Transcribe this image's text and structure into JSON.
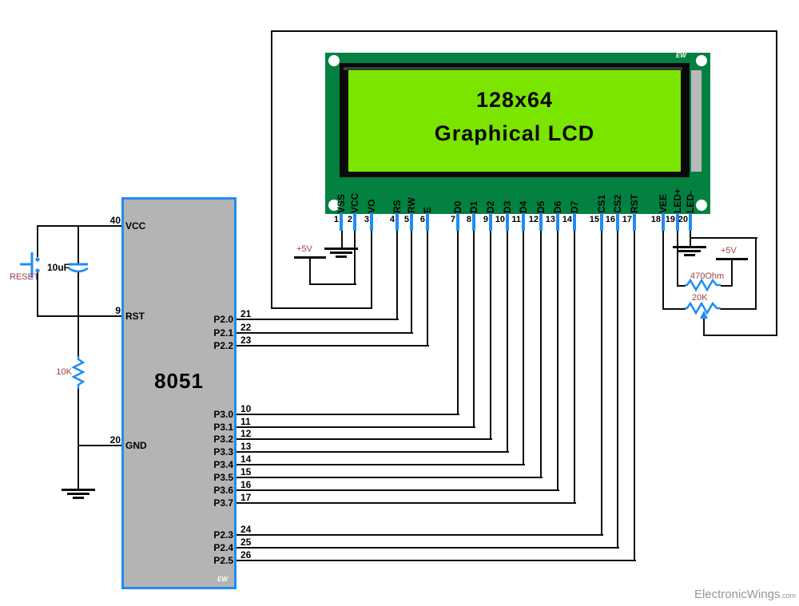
{
  "lcd": {
    "screen_lines": [
      "128x64",
      "Graphical LCD"
    ],
    "watermark": "EW",
    "pins": [
      {
        "num": "1",
        "name": "VSS"
      },
      {
        "num": "2",
        "name": "VCC"
      },
      {
        "num": "3",
        "name": "VO"
      },
      {
        "num": "4",
        "name": "RS"
      },
      {
        "num": "5",
        "name": "RW"
      },
      {
        "num": "6",
        "name": "E"
      },
      {
        "num": "7",
        "name": "D0"
      },
      {
        "num": "8",
        "name": "D1"
      },
      {
        "num": "9",
        "name": "D2"
      },
      {
        "num": "10",
        "name": "D3"
      },
      {
        "num": "11",
        "name": "D4"
      },
      {
        "num": "12",
        "name": "D5"
      },
      {
        "num": "13",
        "name": "D6"
      },
      {
        "num": "14",
        "name": "D7"
      },
      {
        "num": "15",
        "name": "CS1"
      },
      {
        "num": "16",
        "name": "CS2"
      },
      {
        "num": "17",
        "name": "RST"
      },
      {
        "num": "18",
        "name": "VEE"
      },
      {
        "num": "19",
        "name": "LED+"
      },
      {
        "num": "20",
        "name": "LED-"
      }
    ]
  },
  "mcu": {
    "label": "8051",
    "watermark": "EW",
    "left_pins": [
      {
        "num": "40",
        "name": "VCC"
      },
      {
        "num": "9",
        "name": "RST"
      },
      {
        "num": "20",
        "name": "GND"
      }
    ],
    "right_pins": [
      {
        "name": "P2.0",
        "num": "21"
      },
      {
        "name": "P2.1",
        "num": "22"
      },
      {
        "name": "P2.2",
        "num": "23"
      },
      {
        "name": "P3.0",
        "num": "10"
      },
      {
        "name": "P3.1",
        "num": "11"
      },
      {
        "name": "P3.2",
        "num": "12"
      },
      {
        "name": "P3.3",
        "num": "13"
      },
      {
        "name": "P3.4",
        "num": "14"
      },
      {
        "name": "P3.5",
        "num": "15"
      },
      {
        "name": "P3.6",
        "num": "16"
      },
      {
        "name": "P3.7",
        "num": "17"
      },
      {
        "name": "P2.3",
        "num": "24"
      },
      {
        "name": "P2.4",
        "num": "25"
      },
      {
        "name": "P2.5",
        "num": "26"
      }
    ]
  },
  "components": {
    "reset_label": "RESET",
    "capacitor_label": "10uF",
    "pullup_resistor_label": "10K",
    "supply_left_label": "+5V",
    "supply_right_label": "+5V",
    "backlight_resistor_label": "470Ohm",
    "contrast_pot_label": "20K"
  },
  "brand": {
    "name": "ElectronicWings",
    "suffix": ".com"
  },
  "colors": {
    "pcb_green": "#028140",
    "screen_green": "#7ce500",
    "component_blue": "#1E8CF5",
    "label_red": "#A04040",
    "chip_gray": "#b4b4b4",
    "wire_black": "#0c0c0c"
  }
}
